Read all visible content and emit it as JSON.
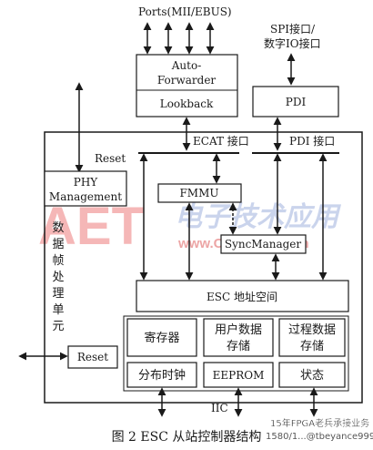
{
  "diagram": {
    "ports_label": "Ports(MII/EBUS)",
    "spi_label_line1": "SPI接口/",
    "spi_label_line2": "数字IO接口",
    "auto_forwarder_line1": "Auto-",
    "auto_forwarder_line2": "Forwarder",
    "lookback": "Lookback",
    "pdi": "PDI",
    "reset_top": "Reset",
    "ecat_interface": "ECAT 接口",
    "pdi_interface": "PDI 接口",
    "phy_line1": "PHY",
    "phy_line2": "Management",
    "fmmu": "FMMU",
    "sync_manager": "SyncManager",
    "frame_processing_unit": [
      "数",
      "据",
      "帧",
      "处",
      "理",
      "单",
      "元"
    ],
    "esc_address_space": "ESC 地址空间",
    "registers": "寄存器",
    "user_data_line1": "用户数据",
    "user_data_line2": "存储",
    "process_data_line1": "过程数据",
    "process_data_line2": "存储",
    "reset_bottom": "Reset",
    "distributed_clock": "分布时钟",
    "eeprom": "EEPROM",
    "status": "状态",
    "iic": "IIC",
    "caption": "图 2  ESC 从站控制器结构"
  },
  "watermarks": {
    "aet_logo": "AET",
    "chinese_logo": "电子技术应用",
    "site": "www.ChinaAET.com",
    "forum_line1": "15年FPGA老兵承接业务",
    "forum_line2": "1580/1...@tbeyance999"
  },
  "colors": {
    "line": "#1a1a1a",
    "box_fill": "#ffffff",
    "watermark_red": "#e23a3a",
    "watermark_red_light": "#f2a0a0"
  }
}
